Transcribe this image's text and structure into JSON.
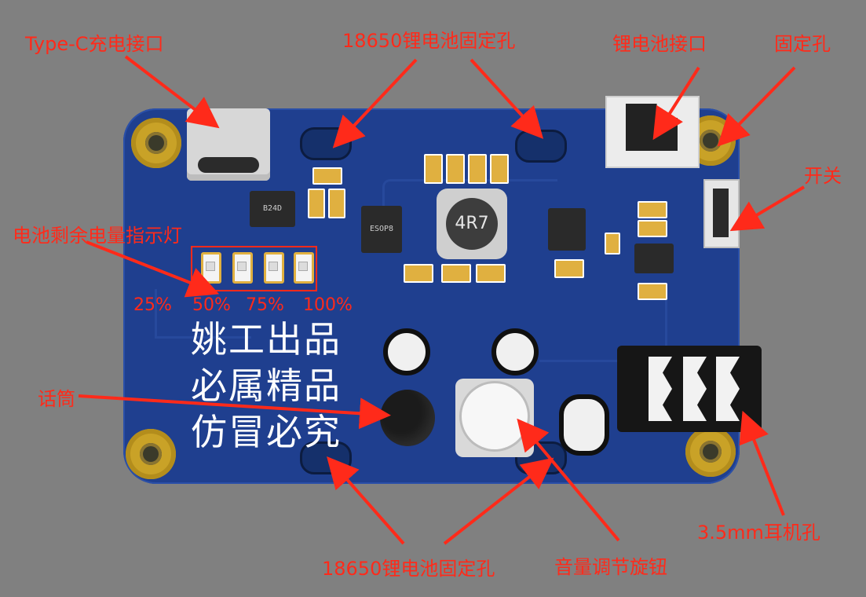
{
  "labels": {
    "typec": "Type-C充电接口",
    "fix_top": "18650锂电池固定孔",
    "battery_port": "锂电池接口",
    "fix_hole": "固定孔",
    "switch": "开关",
    "indicator": "电池剩余电量指示灯",
    "mic": "话筒",
    "jack": "3.5mm耳机孔",
    "fix_bottom": "18650锂电池固定孔",
    "volume": "音量调节旋钮"
  },
  "percent_labels": [
    "25%",
    "50%",
    "75%",
    "100%"
  ],
  "slogan": [
    "姚工出品",
    "必属精品",
    "仿冒必究"
  ],
  "components": {
    "inductor": "4R7",
    "ic1": "ESOP8",
    "diode": "B24D"
  },
  "colors": {
    "arrow": "#ff2a1a",
    "board": "#1f3f8f",
    "background": "#808080",
    "gold": "#e0b040"
  }
}
